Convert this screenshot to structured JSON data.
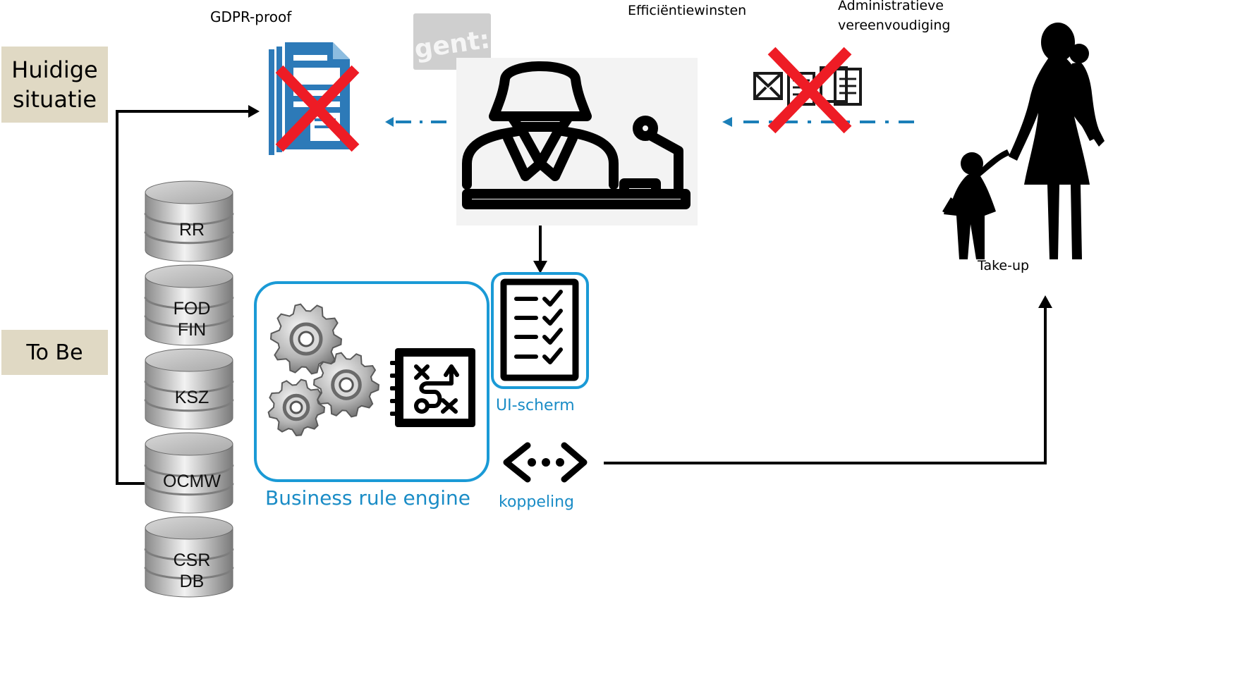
{
  "labels": {
    "gdpr": "GDPR-proof",
    "efficiency": "Efficiëntiewinsten",
    "admin_line1": "Administratieve",
    "admin_line2": "vereenvoudiging",
    "current_line1": "Huidige",
    "current_line2": "situatie",
    "to_be": "To Be",
    "ui_screen": "UI-scherm",
    "business_rule_engine": "Business rule engine",
    "koppeling": "koppeling",
    "take_up": "Take-up",
    "gent_logo": "gent:"
  },
  "databases": [
    {
      "line1": "RR",
      "line2": ""
    },
    {
      "line1": "FOD",
      "line2": "FIN"
    },
    {
      "line1": "KSZ",
      "line2": ""
    },
    {
      "line1": "OCMW",
      "line2": ""
    },
    {
      "line1": "CSR",
      "line2": "DB"
    }
  ],
  "colors": {
    "box_bg": "#e0d9c4",
    "accent_blue": "#1a8cc6",
    "red_cross": "#ee1c25",
    "dashed_arrow": "#1b7fb8"
  },
  "icons": [
    "document-crossed-icon",
    "receptionist-icon",
    "letters-crossed-icon",
    "family-silhouette-icon",
    "checklist-icon",
    "gears-icon",
    "strategy-board-icon",
    "connector-icon",
    "database-icon"
  ]
}
